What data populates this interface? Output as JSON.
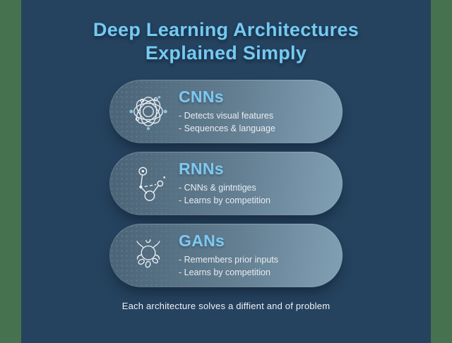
{
  "poster": {
    "title_line1": "Deep Learning Architectures",
    "title_line2": "Explained Simply",
    "caption": "Each architecture solves a diffient and of problem"
  },
  "cards": [
    {
      "title": "CNNs",
      "icon": "atom-network-icon",
      "bullets": [
        "- Detects visual features",
        "- Sequences & language"
      ]
    },
    {
      "title": "RNNs",
      "icon": "node-graph-icon",
      "bullets": [
        "- CNNs & gintntiges",
        "- Learns by competition"
      ]
    },
    {
      "title": "GANs",
      "icon": "neuron-icon",
      "bullets": [
        "- Remembers prior inputs",
        "- Learns by competition"
      ]
    }
  ],
  "colors": {
    "background_navy": "#25425E",
    "side_bar_green": "#47724F",
    "accent_blue": "#74CAF2",
    "card_title_blue": "#7CCAF2",
    "card_gradient_start": "#4A6376",
    "card_gradient_end": "#82A0B5",
    "body_text": "#E7EDF3",
    "icon_stroke": "#EDF3F7",
    "icon_node_cyan": "#9BD4EC"
  }
}
